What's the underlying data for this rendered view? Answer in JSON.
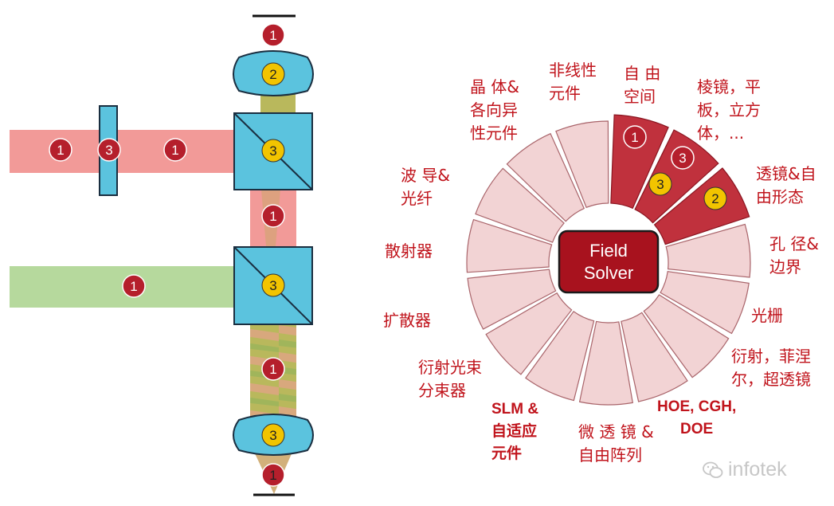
{
  "setup": {
    "badge_labels": {
      "top_focus": "1",
      "top_lens": "2",
      "red_beam_a": "1",
      "filter": "3",
      "red_beam_b": "1",
      "splitter_top": "3",
      "between_splitters": "1",
      "green_beam": "1",
      "splitter_bottom": "3",
      "below_splitter": "1",
      "bottom_lens": "3",
      "bottom_focus": "1"
    }
  },
  "wheel": {
    "center_label_line1": "Field",
    "center_label_line2": "Solver",
    "highlighted_badges": {
      "free_space": "1",
      "prisms": "3",
      "prisms_second": "3",
      "lenses": "2"
    },
    "labels": {
      "nonlinear": "非线性\n元件",
      "free_space": "自 由\n空间",
      "crystals": "晶 体&\n各向异\n性元件",
      "prisms": "棱镜，平\n板，立方\n体，...",
      "waveguide": "波 导&\n光纤",
      "lenses_freeform": "透镜&自\n由形态",
      "scatter": "散射器",
      "aperture": "孔 径&\n边界",
      "diffuser": "扩散器",
      "grating": "光栅",
      "beam_splitter": "衍射光束\n分束器",
      "diffractive": "衍射，菲涅\n尔，超透镜",
      "slm": "SLM &\n自适应\n元件",
      "microlens": "微 透 镜 &\n自由阵列",
      "hoe": "HOE, CGH,\nDOE"
    }
  },
  "watermark": {
    "text": "infotek",
    "icon": "wechat-icon"
  },
  "colors": {
    "red_badge": "#b51f2c",
    "yellow_badge": "#f2c400",
    "optic_blue": "#5bc3de",
    "red_beam": "#f29a98",
    "green_beam": "#b6d99d",
    "olive_beam": "#b9b85c",
    "wedge_light": "#f2d3d4",
    "wedge_dark": "#c0313d",
    "label_red": "#c0131b"
  }
}
